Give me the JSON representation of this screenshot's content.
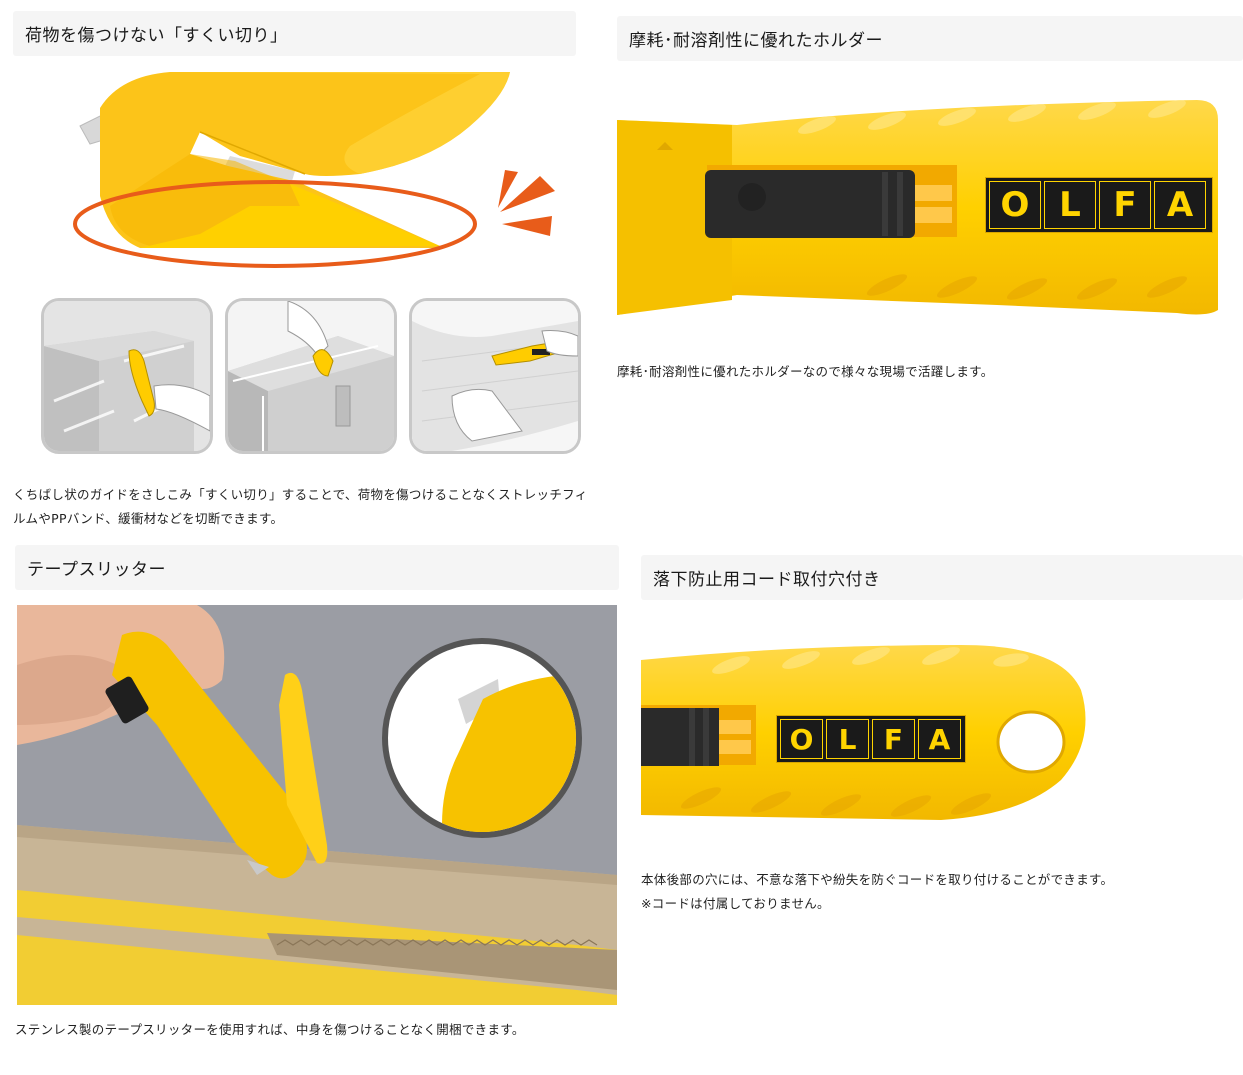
{
  "sections": [
    {
      "title": "荷物を傷つけない「すくい切り」",
      "description": "くちばし状のガイドをさしこみ「すくい切り」することで、荷物を傷つけることなくストレッチフィルムやPPバンド、緩衝材などを切断できます。",
      "image": "safety-cutter-guide-closeup",
      "scenes": [
        "stretch-film-cutting",
        "pp-band-tape-cutting",
        "cushioning-material-cutting"
      ]
    },
    {
      "title": "摩耗･耐溶剤性に優れたホルダー",
      "description": "摩耗･耐溶剤性に優れたホルダーなので様々な現場で活躍します。",
      "image": "holder-closeup",
      "logo_text": "OLFA"
    },
    {
      "title": "テープスリッター",
      "description": "ステンレス製のテープスリッターを使用すれば、中身を傷つけることなく開梱できます。",
      "image": "tape-slitter-in-use"
    },
    {
      "title": "落下防止用コード取付穴付き",
      "description_line1": "本体後部の穴には、不意な落下や紛失を防ぐコードを取り付けることができます。",
      "description_line2": "※コードは付属しておりません。",
      "image": "lanyard-hole-closeup",
      "logo_text": "OLFA"
    }
  ],
  "colors": {
    "header_bg": "#f5f5f5",
    "product_yellow": "#ffcc00",
    "highlight_orange": "#e85c1a",
    "logo_black": "#1a1a1a"
  }
}
